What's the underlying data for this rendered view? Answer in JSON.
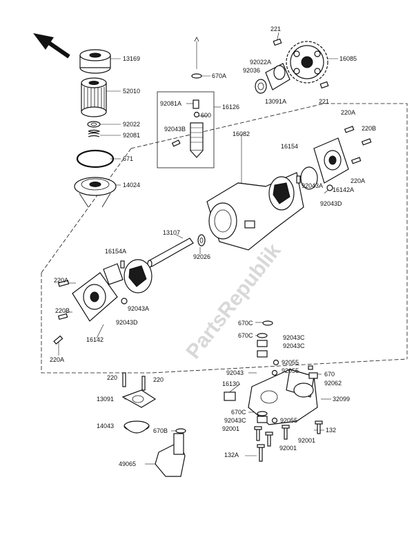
{
  "watermark": "PartsRepublik",
  "labels": {
    "p13169": "13169",
    "p52010": "52010",
    "p92022": "92022",
    "p92081": "92081",
    "p671": "671",
    "p14024": "14024",
    "p670A": "670A",
    "p92081A": "92081A",
    "p600": "600",
    "p16126": "16126",
    "p92043B": "92043B",
    "p221a": "221",
    "p92022A": "92022A",
    "p92036": "92036",
    "p16085": "16085",
    "p13091A": "13091A",
    "p221b": "221",
    "p220Aa": "220A",
    "p220B": "220B",
    "p16082": "16082",
    "p16154": "16154",
    "p92043Aa": "92043A",
    "p16142A": "16142A",
    "p220Ab": "220A",
    "p92043D": "92043D",
    "p13107": "13107",
    "p92026": "92026",
    "p16154A": "16154A",
    "p220Ac": "220A",
    "p220Bb": "220B",
    "p92043Ab": "92043A",
    "p92043Db": "92043D",
    "p16142": "16142",
    "p220Ad": "220A",
    "p670C": "670C",
    "p670Cb": "670C",
    "p92043C": "92043C",
    "p92043Cb": "92043C",
    "p92055": "92055",
    "p92043": "92043",
    "p92055b": "92055",
    "p670": "670",
    "p16130": "16130",
    "p92062": "92062",
    "p32099": "32099",
    "p670Cc": "670C",
    "p92043Cc": "92043C",
    "p92055c": "92055",
    "p132": "132",
    "p92001": "92001",
    "p92001b": "92001",
    "p92001c": "92001",
    "p132A": "132A",
    "p220a": "220",
    "p220b": "220",
    "p13091": "13091",
    "p14043": "14043",
    "p670B": "670B",
    "p49065": "49065"
  }
}
